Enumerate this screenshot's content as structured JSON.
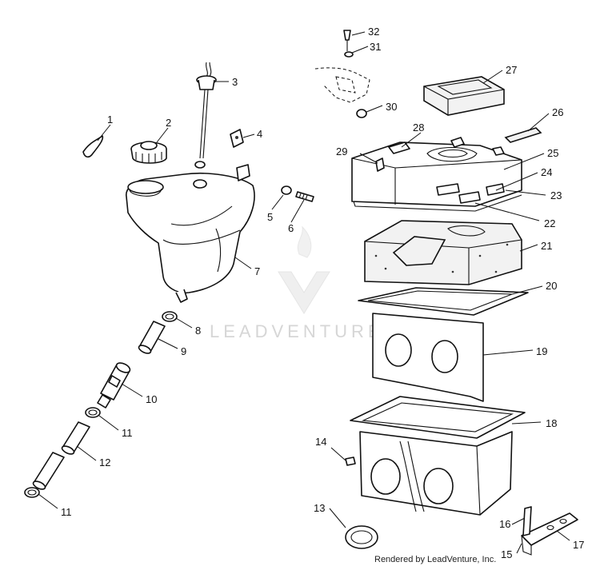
{
  "diagram": {
    "callouts": [
      "1",
      "2",
      "3",
      "4",
      "5",
      "6",
      "7",
      "8",
      "9",
      "10",
      "11",
      "12",
      "11",
      "13",
      "14",
      "15",
      "16",
      "17",
      "18",
      "19",
      "20",
      "21",
      "22",
      "23",
      "24",
      "25",
      "26",
      "27",
      "28",
      "29",
      "30",
      "31",
      "32"
    ]
  },
  "watermark": {
    "text": "LEADVENTURE"
  },
  "credit": {
    "text": "Rendered by LeadVenture, Inc."
  },
  "colors": {
    "line": "#111111",
    "watermark": "#d6d6d6",
    "background": "#ffffff"
  }
}
